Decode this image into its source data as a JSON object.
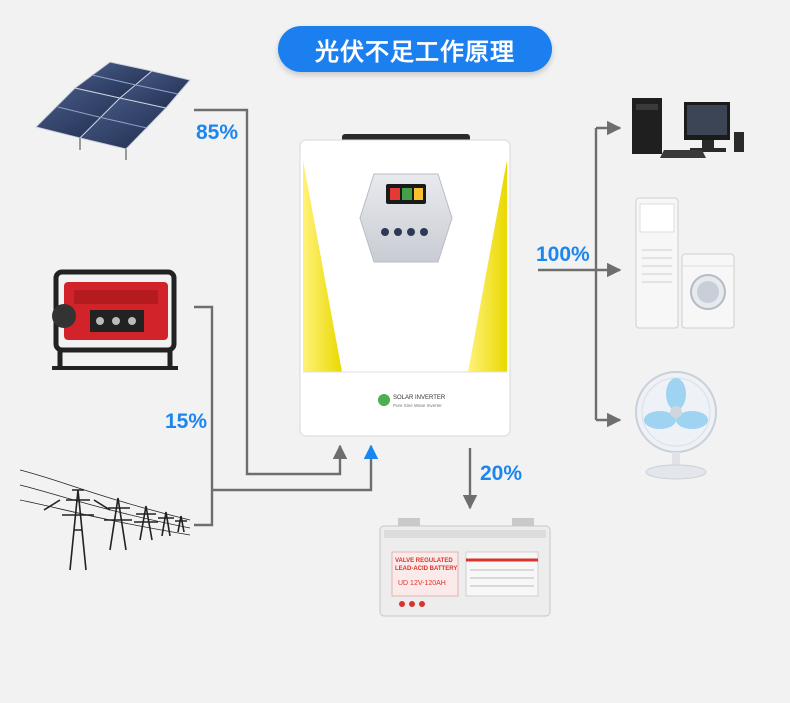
{
  "title": "光伏不足工作原理",
  "percentages": {
    "solar": "85%",
    "grid_and_generator": "15%",
    "battery": "20%",
    "loads": "100%"
  },
  "inverter": {
    "brand_label": "SOLAR INVERTER",
    "sub_label": "Pure Sine Wave Inverter"
  },
  "battery": {
    "line1": "VALVE REGULATED",
    "line2": "LEAD-ACID BATTERY",
    "model": "UD 12V-120AH"
  },
  "colors": {
    "accent": "#1c7ff0",
    "wire": "#6e6e6e",
    "inverter_body": "#ffffff",
    "inverter_side": "#f4ea2a",
    "battery_red": "#d9342b"
  }
}
